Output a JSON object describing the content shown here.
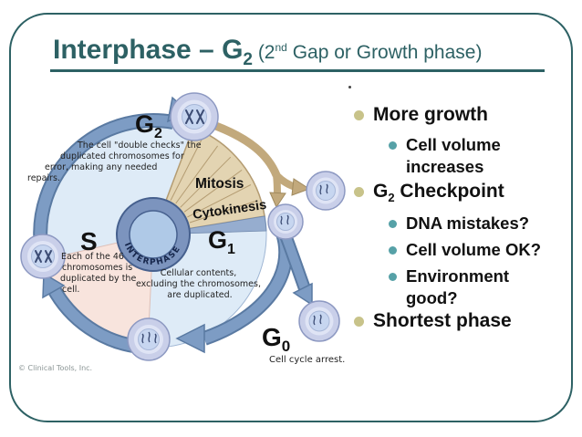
{
  "slide": {
    "title": {
      "bold": "Interphase – G",
      "bold_sub": "2",
      "regular_pre": " (2",
      "regular_sup": "nd",
      "regular_post": " Gap or Growth phase)"
    }
  },
  "right_panel": {
    "items": [
      {
        "level": 1,
        "text": "More growth"
      },
      {
        "level": 2,
        "text": "Cell volume increases"
      },
      {
        "level": 1,
        "text": "G2 Checkpoint",
        "rich": {
          "pre": "G",
          "sub": "2",
          "post": " Checkpoint"
        }
      },
      {
        "level": 2,
        "text": "DNA mistakes?"
      },
      {
        "level": 2,
        "text": "Cell volume OK?"
      },
      {
        "level": 2,
        "text": "Environment good?"
      },
      {
        "level": 1,
        "text": "Shortest phase"
      }
    ]
  },
  "diagram": {
    "interphase_label": "INTERPHASE",
    "phases": {
      "g2": {
        "label": "G",
        "sub": "2",
        "desc_lines": [
          "The cell \"double checks\" the",
          "duplicated chromosomes for",
          "error, making any needed",
          "repairs."
        ]
      },
      "s": {
        "label": "S",
        "desc_lines": [
          "Each of the 46",
          "chromosomes is",
          "duplicated by the",
          "cell."
        ]
      },
      "g1": {
        "label": "G",
        "sub": "1",
        "desc_lines": [
          "Cellular contents,",
          "excluding the chromosomes,",
          "are duplicated."
        ]
      },
      "mitosis": {
        "label": "Mitosis"
      },
      "cytokinesis": {
        "label": "Cytokinesis"
      },
      "g0": {
        "label": "G",
        "sub": "0",
        "desc": "Cell cycle arrest."
      }
    },
    "credit": "© Clinical Tools, Inc."
  },
  "colors": {
    "accent_teal": "#2d6164",
    "bullet_level1": "#c8c38a",
    "bullet_level2": "#56a1a7",
    "band_blue": "#7d9cc4",
    "band_blue_dark": "#5a7aa2",
    "arrow_tan": "#c2a97c",
    "wedge_tan": "#e3d4b2",
    "wedge_pink": "#f8e4dd",
    "circle_fill": "#deebf7",
    "cell_fill": "#c9cfe9",
    "ring_fill": "#7c94be"
  }
}
